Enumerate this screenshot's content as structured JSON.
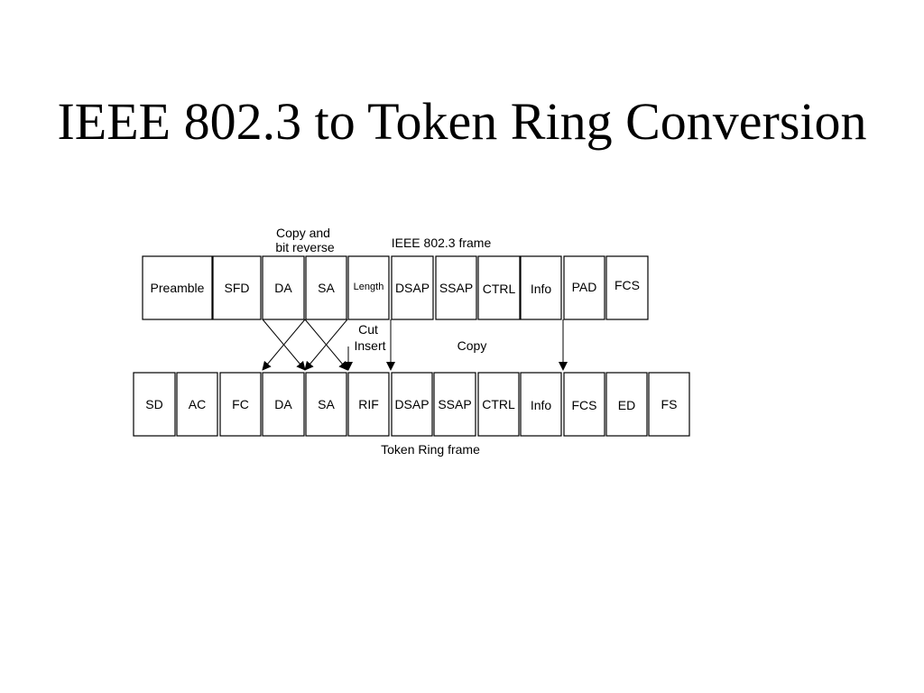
{
  "title": "IEEE 802.3 to Token Ring Conversion",
  "annotations": {
    "copy_and": "Copy and",
    "bit_reverse": "bit reverse",
    "ieee_frame": "IEEE 802.3 frame",
    "cut": "Cut",
    "insert": "Insert",
    "copy": "Copy",
    "token_frame": "Token Ring frame"
  },
  "ieee_fields": [
    "Preamble",
    "SFD",
    "DA",
    "SA",
    "Length",
    "DSAP",
    "SSAP",
    "CTRL",
    "Info",
    "PAD",
    "FCS"
  ],
  "token_fields": [
    "SD",
    "AC",
    "FC",
    "DA",
    "SA",
    "RIF",
    "DSAP",
    "SSAP",
    "CTRL",
    "Info",
    "FCS",
    "ED",
    "FS"
  ]
}
